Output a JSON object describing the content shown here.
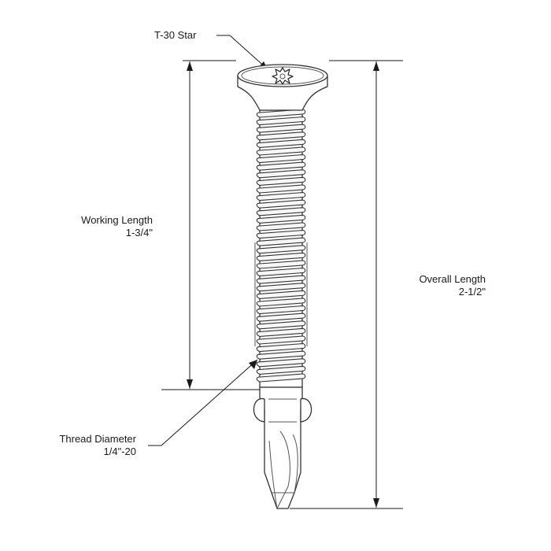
{
  "labels": {
    "drive": "T-30 Star",
    "working_length_title": "Working Length",
    "working_length_value": "1-3/4\"",
    "overall_length_title": "Overall Length",
    "overall_length_value": "2-1/2\"",
    "thread_diameter_title": "Thread Diameter",
    "thread_diameter_value": "1/4\"-20"
  },
  "colors": {
    "line": "#1a1a1a",
    "outline": "#333333",
    "background": "#ffffff"
  }
}
